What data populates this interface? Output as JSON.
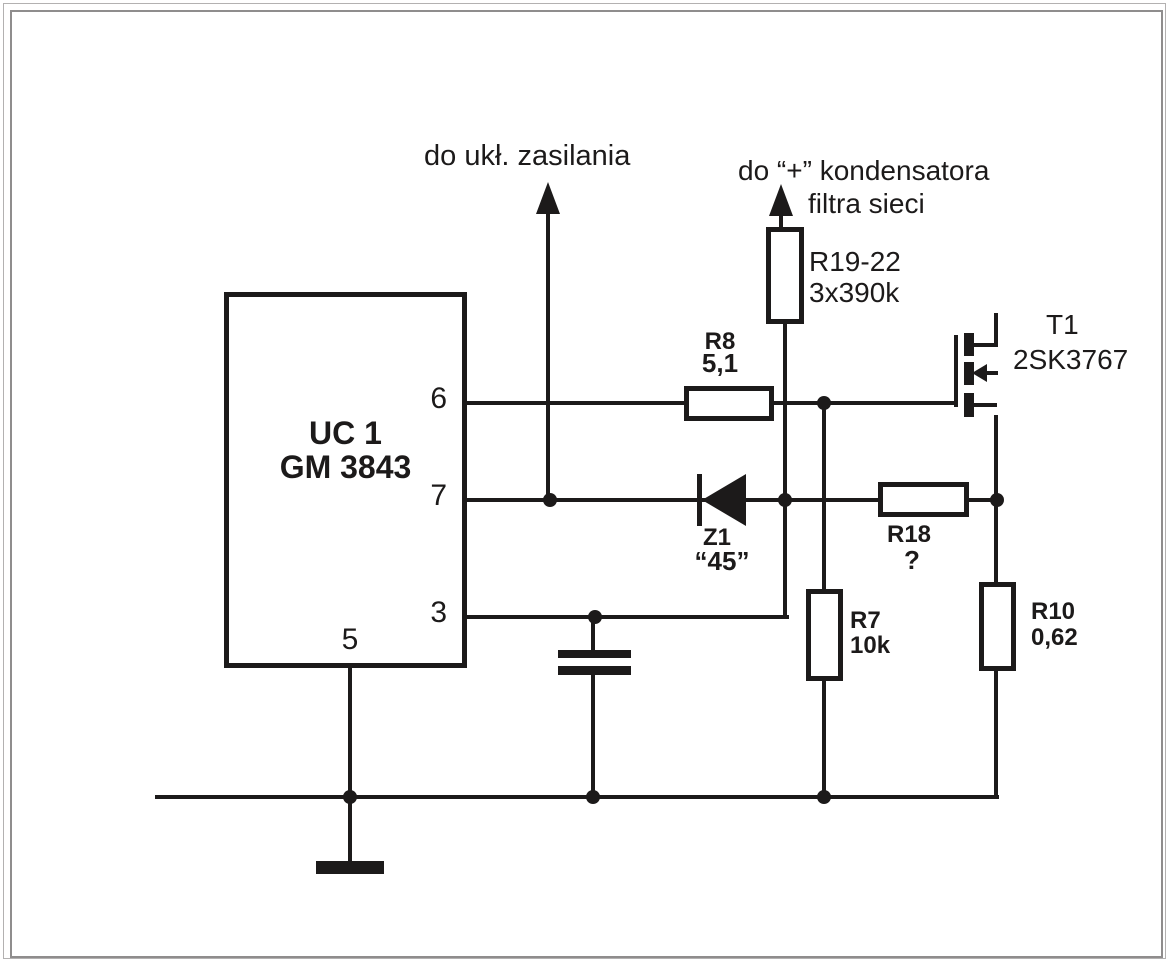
{
  "diagram": {
    "kind": "circuit-schematic",
    "background": "#ffffff",
    "line_color": "#1c1a1a",
    "annotations": {
      "power_out": "do ukł. zasilania",
      "cap_out_line1": "do “+” kondensatora",
      "cap_out_line2": "filtra sieci"
    },
    "ic": {
      "designator": "UC 1",
      "part": "GM 3843",
      "pin6": "6",
      "pin7": "7",
      "pin3": "3",
      "pin5": "5"
    },
    "components": {
      "r19_22": {
        "name": "R19-22",
        "value": "3x390k"
      },
      "r8": {
        "name": "R8",
        "value": "5,1"
      },
      "z1": {
        "name": "Z1",
        "value": "“45”"
      },
      "r18": {
        "name": "R18",
        "value": "?"
      },
      "r7": {
        "name": "R7",
        "value": "10k"
      },
      "r10": {
        "name": "R10",
        "value": "0,62"
      },
      "t1": {
        "name": "T1",
        "part": "2SK3767"
      }
    }
  }
}
